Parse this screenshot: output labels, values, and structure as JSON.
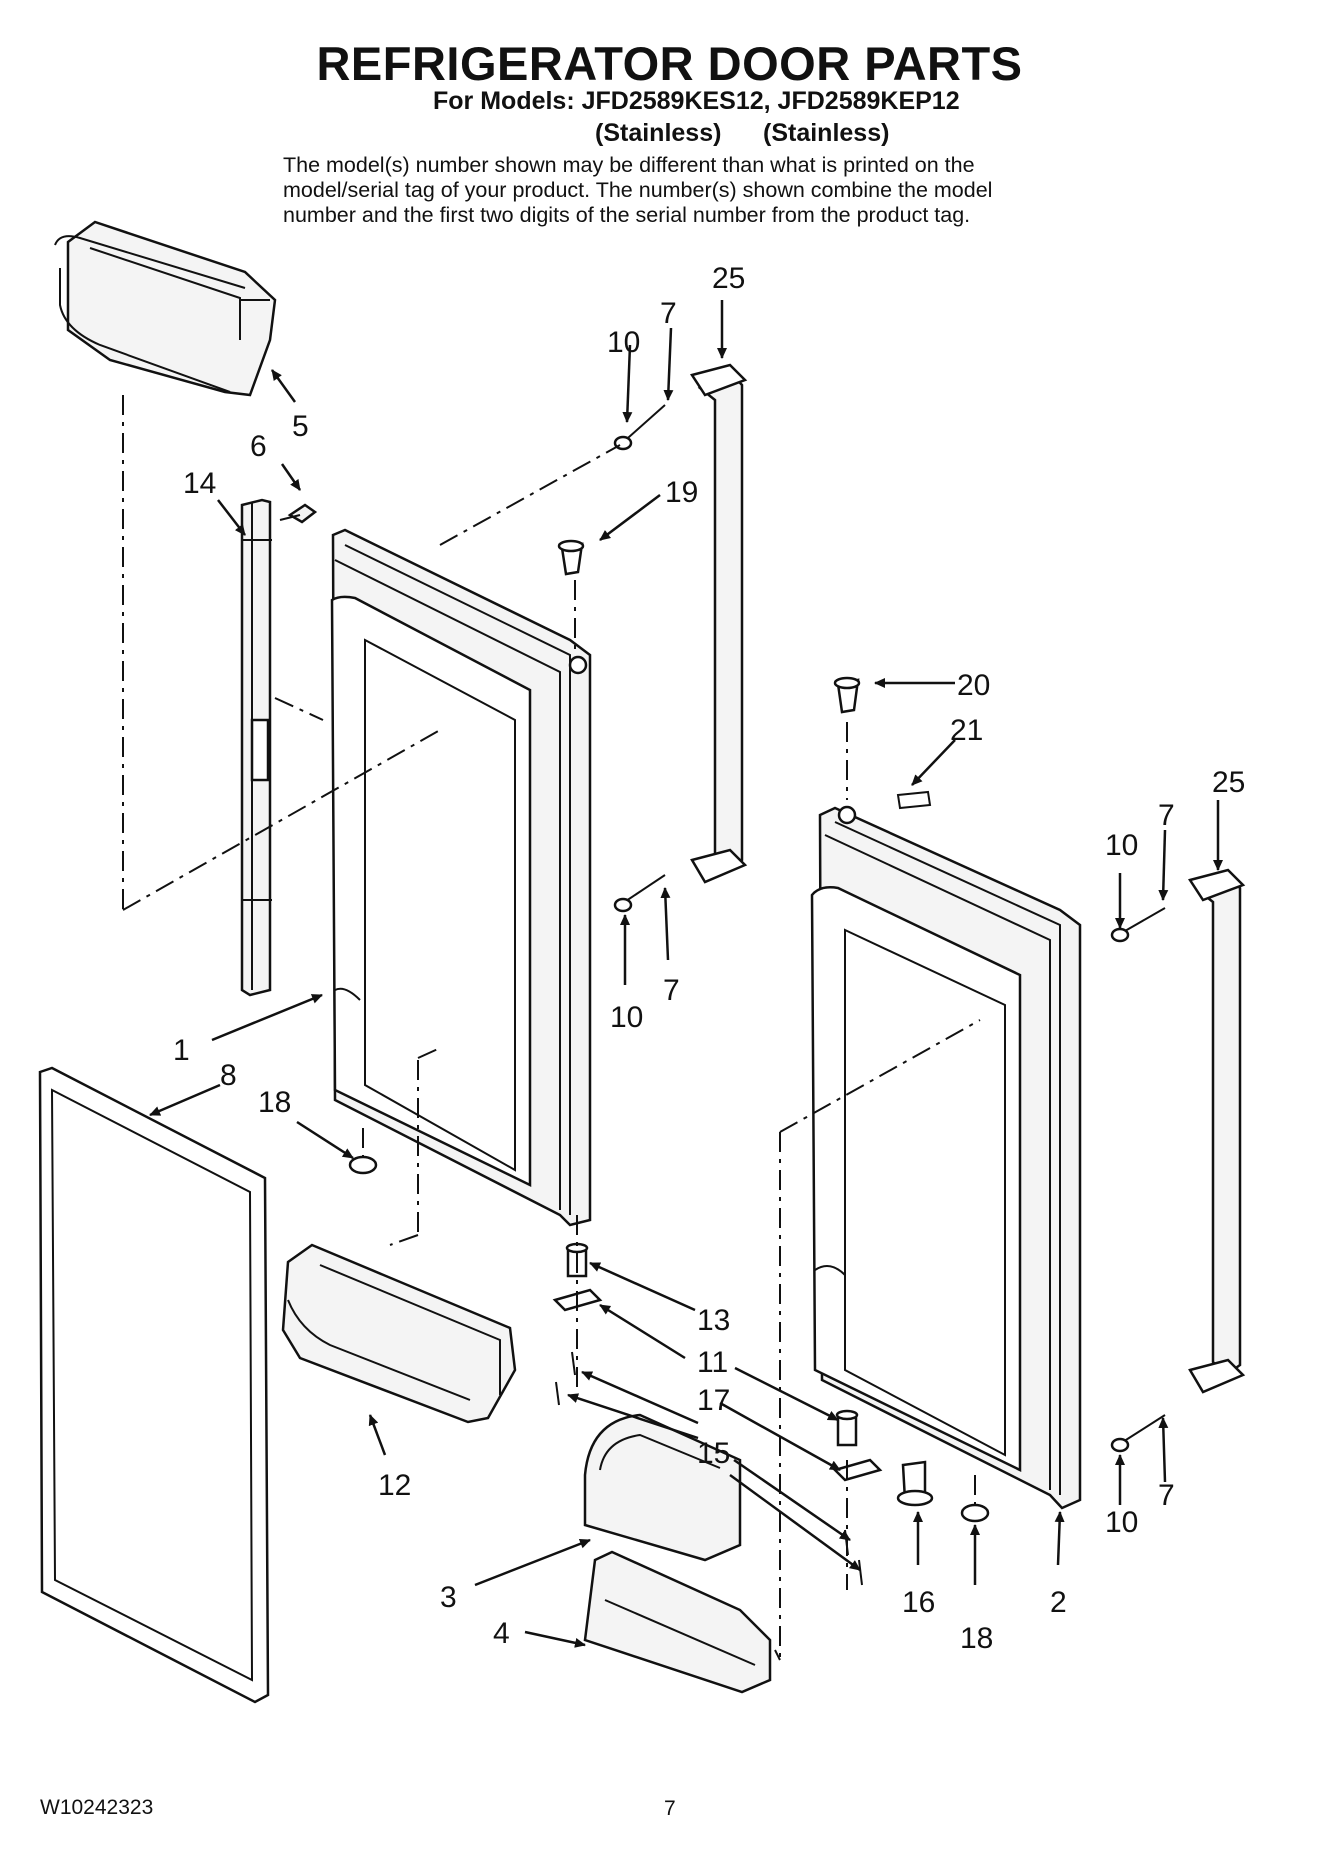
{
  "header": {
    "title": "REFRIGERATOR DOOR PARTS",
    "models_line": "For Models: JFD2589KES12, JFD2589KEP12",
    "variants": [
      "(Stainless)",
      "(Stainless)"
    ],
    "note_lines": [
      "The model(s) number shown may be different than what is printed on the",
      "model/serial tag of your product. The number(s) shown combine the model",
      "number and the first two digits of the serial number from the product tag."
    ]
  },
  "callouts": {
    "c1": "1",
    "c2": "2",
    "c3": "3",
    "c4": "4",
    "c5": "5",
    "c6": "6",
    "c7a": "7",
    "c7b": "7",
    "c7c": "7",
    "c7d": "7",
    "c8": "8",
    "c10a": "10",
    "c10b": "10",
    "c10c": "10",
    "c10d": "10",
    "c11": "11",
    "c12": "12",
    "c13": "13",
    "c14": "14",
    "c15": "15",
    "c16": "16",
    "c17": "17",
    "c18a": "18",
    "c18b": "18",
    "c19": "19",
    "c20": "20",
    "c21": "21",
    "c25a": "25",
    "c25b": "25"
  },
  "footer": {
    "doc_number": "W10242323",
    "page_number": "7"
  }
}
